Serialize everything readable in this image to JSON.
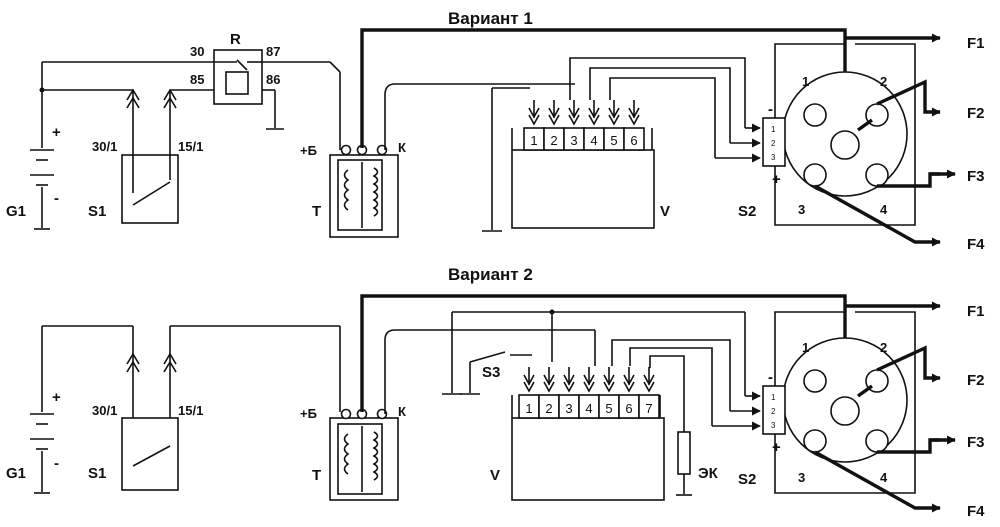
{
  "variant1": {
    "title": "Вариант 1",
    "battery_label": "G1",
    "battery_plus": "+",
    "battery_minus": "-",
    "switch_label": "S1",
    "switch_t30": "30/1",
    "switch_t15": "15/1",
    "relay_label": "R",
    "relay_30": "30",
    "relay_87": "87",
    "relay_85": "85",
    "relay_86": "86",
    "coil_label": "T",
    "coil_plus": "+Б",
    "coil_k": "К",
    "commutator_label": "V",
    "commutator_pins": [
      "1",
      "2",
      "3",
      "4",
      "5",
      "6"
    ],
    "distributor_label": "S2",
    "distributor_sectors": [
      "1",
      "2",
      "3",
      "4"
    ],
    "sensor_pins": [
      "1",
      "2",
      "3"
    ],
    "sensor_minus": "-",
    "sensor_plus": "+",
    "outputs": [
      "F1",
      "F2",
      "F3",
      "F4"
    ]
  },
  "variant2": {
    "title": "Вариант 2",
    "battery_label": "G1",
    "battery_plus": "+",
    "battery_minus": "-",
    "switch_label": "S1",
    "switch_t30": "30/1",
    "switch_t15": "15/1",
    "coil_label": "T",
    "coil_plus": "+Б",
    "coil_k": "К",
    "switch3_label": "S3",
    "commutator_label": "V",
    "commutator_pins": [
      "1",
      "2",
      "3",
      "4",
      "5",
      "6",
      "7"
    ],
    "ek_label": "ЭК",
    "distributor_label": "S2",
    "distributor_sectors": [
      "1",
      "2",
      "3",
      "4"
    ],
    "sensor_pins": [
      "1",
      "2",
      "3"
    ],
    "sensor_minus": "-",
    "sensor_plus": "+",
    "outputs": [
      "F1",
      "F2",
      "F3",
      "F4"
    ]
  }
}
